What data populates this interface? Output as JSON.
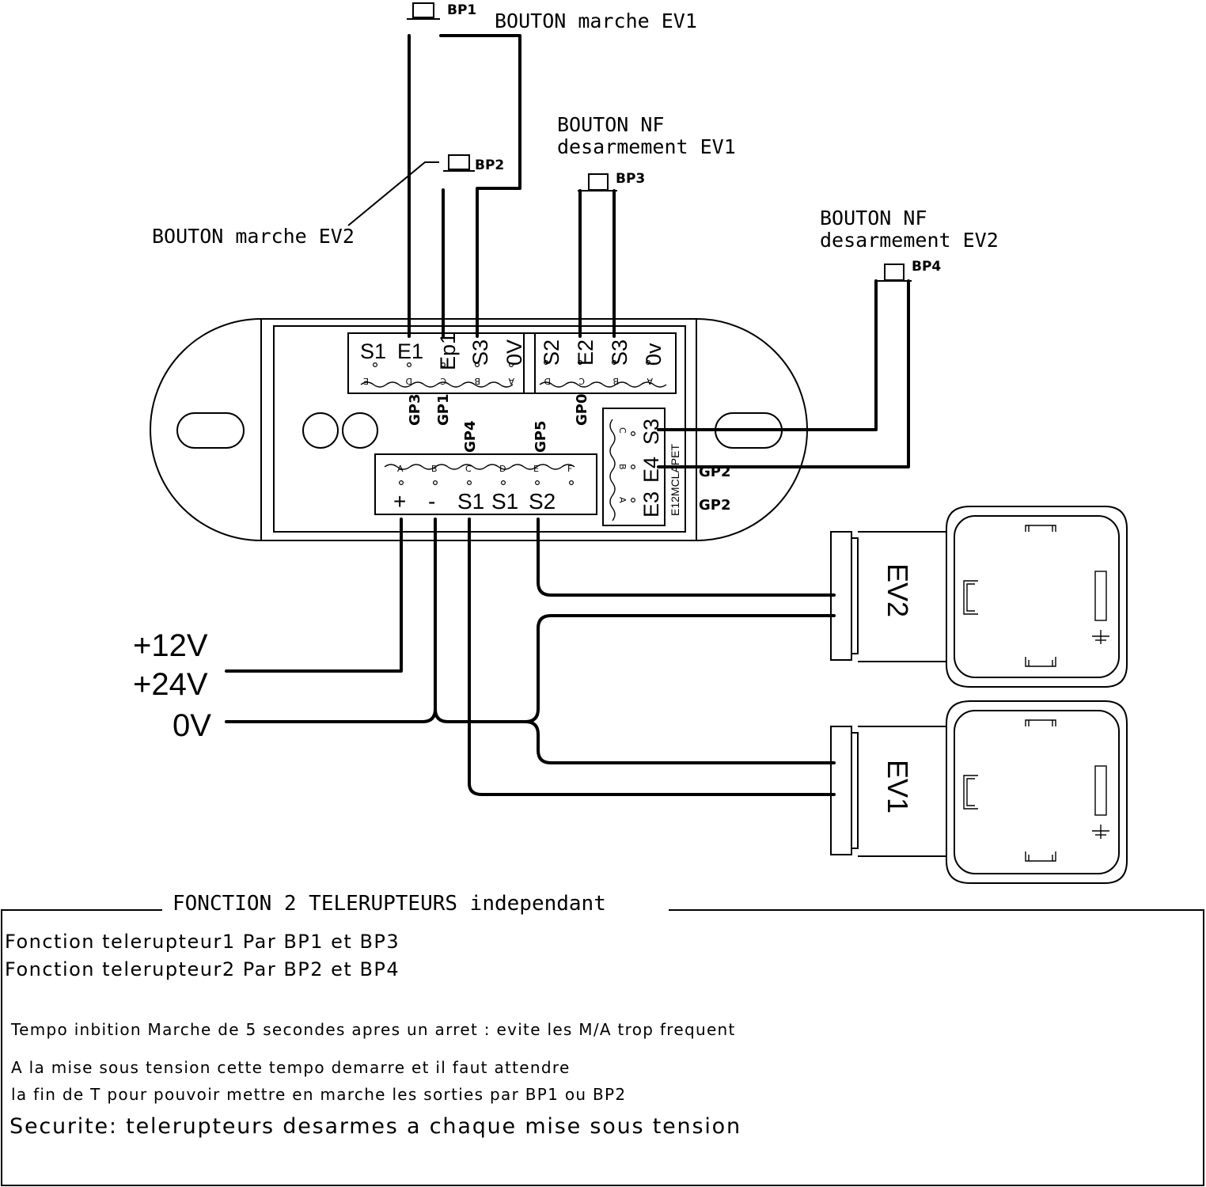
{
  "buttons": {
    "bp1": {
      "id": "BP1",
      "desc": "BOUTON marche EV1"
    },
    "bp2": {
      "id": "BP2",
      "desc": "BOUTON marche EV2"
    },
    "bp3": {
      "id": "BP3",
      "desc_l1": "BOUTON NF",
      "desc_l2": "desarmement EV1"
    },
    "bp4": {
      "id": "BP4",
      "desc_l1": "BOUTON NF",
      "desc_l2": "desarmement EV2"
    }
  },
  "module": {
    "top_left": {
      "pins": [
        "S1",
        "E1",
        "Ep1",
        "S3",
        "0V"
      ],
      "letters": [
        "E",
        "D",
        "C",
        "B",
        "A"
      ],
      "groups": [
        "GP3",
        "GP1"
      ]
    },
    "top_right": {
      "pins": [
        "S2",
        "E2",
        "S3",
        "0v"
      ],
      "letters": [
        "D",
        "C",
        "B",
        "A"
      ],
      "groups": [
        "GP0"
      ]
    },
    "bottom": {
      "pins": [
        "+",
        "-",
        "S1",
        "S1",
        "S2"
      ],
      "letters": [
        "A",
        "B",
        "C",
        "D",
        "E",
        "F"
      ],
      "groups": [
        "GP4",
        "GP5"
      ]
    },
    "side": {
      "pins": [
        "S3",
        "E4",
        "E3"
      ],
      "letters": [
        "C",
        "B",
        "A"
      ],
      "model": "E12MCLAPET",
      "groups": [
        "GP2",
        "GP2"
      ]
    }
  },
  "supply": {
    "v12": "+12V",
    "v24": "+24V",
    "v0": "0V"
  },
  "valves": {
    "ev2": "EV2",
    "ev1": "EV1"
  },
  "notes": {
    "title": "FONCTION 2 TELERUPTEURS independant",
    "line1": "Fonction telerupteur1 Par BP1 et BP3",
    "line2": "Fonction telerupteur2 Par BP2 et BP4",
    "line3": "Tempo inbition Marche de 5 secondes apres un arret : evite les M/A trop frequent",
    "line4": "A la mise sous tension cette tempo demarre et il faut attendre",
    "line5": "la fin de T pour pouvoir mettre en marche les sorties par BP1 ou BP2",
    "line6": "Securite: telerupteurs desarmes a chaque mise sous tension"
  }
}
